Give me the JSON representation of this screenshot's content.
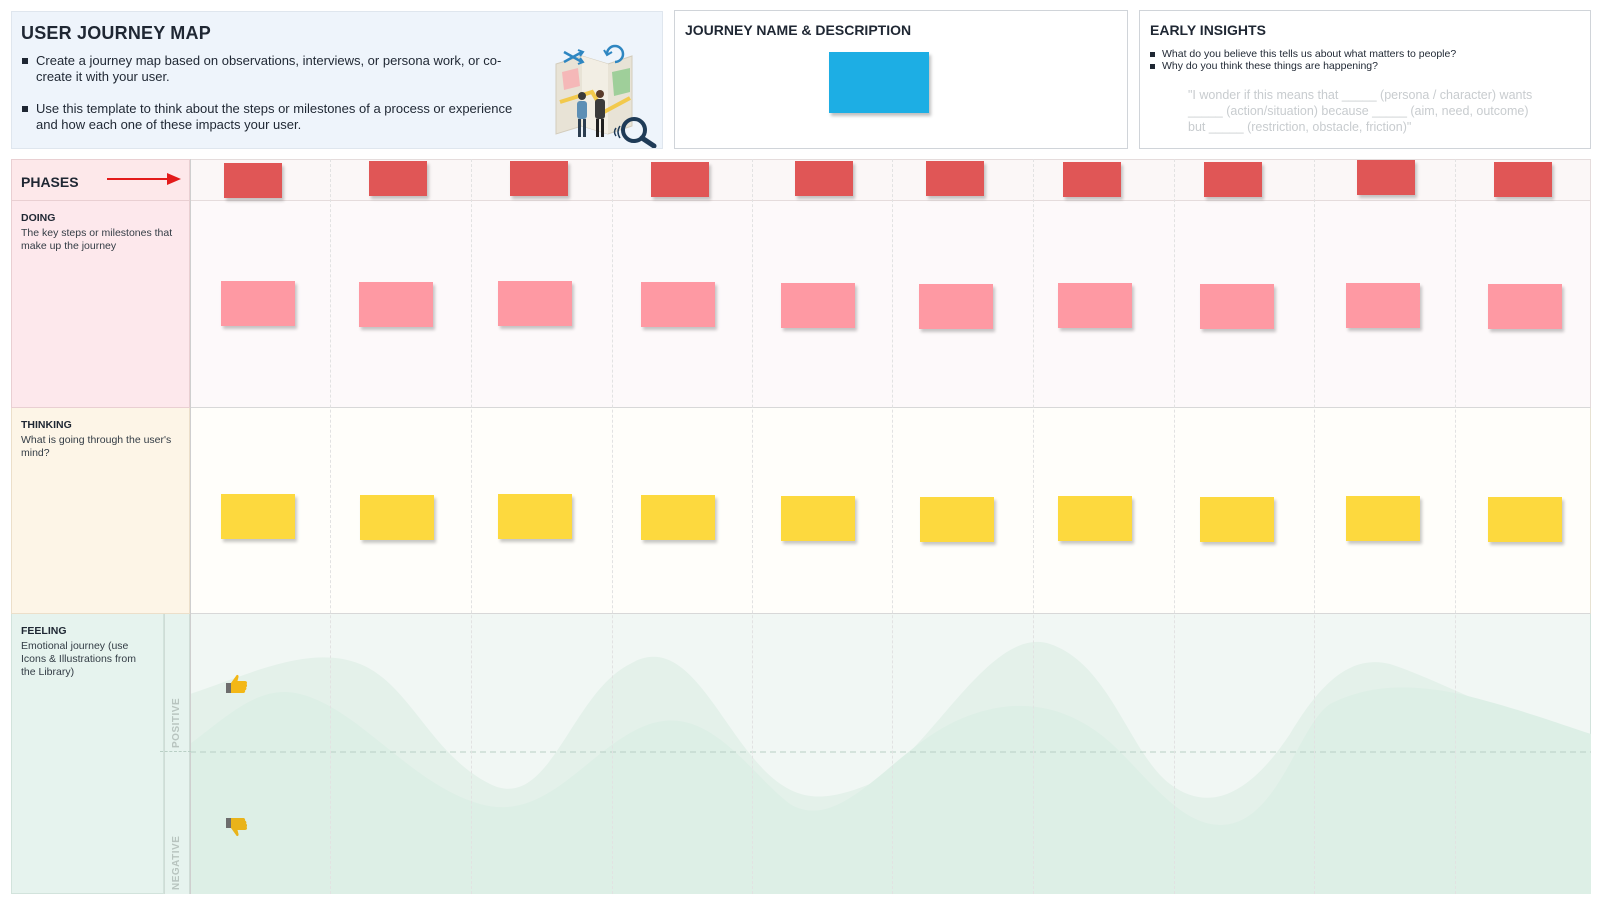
{
  "intro": {
    "title": "USER JOURNEY MAP",
    "bullets": [
      "Create a journey map based on observations, interviews, or persona work, or co-create it with your user.",
      "Use this template to think about the steps or milestones of a process or experience and how each one of these impacts your user."
    ]
  },
  "journey": {
    "title": "JOURNEY NAME & DESCRIPTION",
    "note_color": "#1daee4"
  },
  "insights": {
    "title": "EARLY INSIGHTS",
    "questions": [
      "What do you believe this tells us about what matters to people?",
      "Why do you think these things are happening?"
    ],
    "prompt": "\"I wonder if this means that _____ (persona / character) wants _____ (action/situation) because _____ (aim, need, outcome) but _____ (restriction, obstacle, friction)\""
  },
  "rows": {
    "phases": {
      "title": "PHASES"
    },
    "doing": {
      "title": "DOING",
      "desc": "The key steps or milestones that make up the journey"
    },
    "thinking": {
      "title": "THINKING",
      "desc": "What is going through the user's mind?"
    },
    "feeling": {
      "title": "FEELING",
      "desc": "Emotional journey (use Icons & Illustrations from the Library)"
    }
  },
  "feeling_axis": {
    "positive": "POSITIVE",
    "negative": "NEGATIVE"
  },
  "icons": {
    "illustration": "journey-map-people-illustration",
    "arrow": "red-arrow-icon",
    "thumbs_up": "thumbs-up-icon",
    "thumbs_down": "thumbs-down-icon"
  },
  "colors": {
    "phase_note": "#e05656",
    "doing_note": "#fe99a3",
    "thinking_note": "#fdd93e",
    "feeling_fill": "#dff0e8",
    "arrow": "#e31b1b"
  }
}
